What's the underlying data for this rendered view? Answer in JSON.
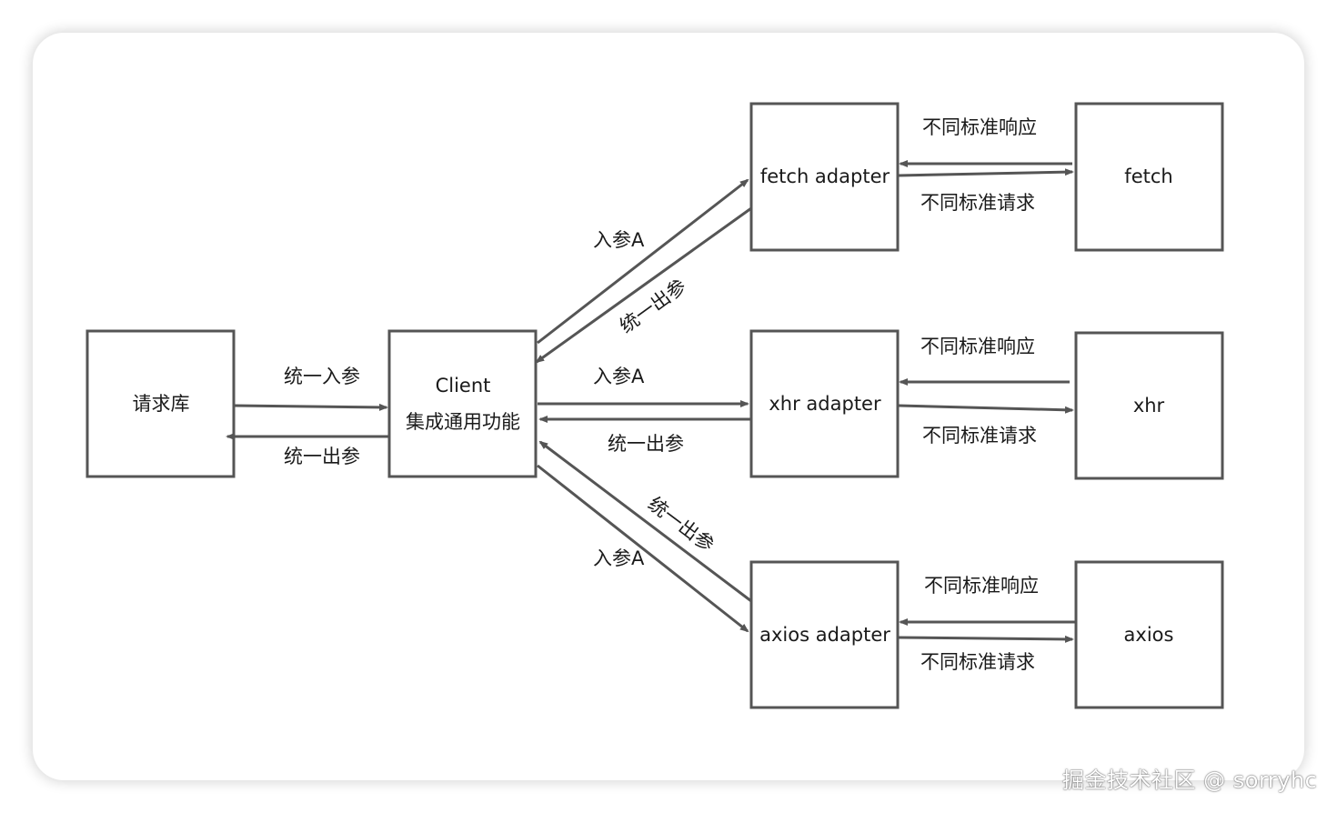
{
  "nodes": {
    "library": "请求库",
    "client_line1": "Client",
    "client_line2": "集成通用功能",
    "fetch_adapter": "fetch adapter",
    "xhr_adapter": "xhr adapter",
    "axios_adapter": "axios adapter",
    "fetch": "fetch",
    "xhr": "xhr",
    "axios": "axios"
  },
  "edges": {
    "lib_to_client": "统一入参",
    "client_to_lib": "统一出参",
    "client_to_fetch_in": "入参A",
    "fetch_to_client_out": "统一出参",
    "client_to_xhr_in": "入参A",
    "xhr_to_client_out": "统一出参",
    "client_to_axios_in": "入参A",
    "axios_to_client_out": "统一出参",
    "fetch_response": "不同标准响应",
    "fetch_request": "不同标准请求",
    "xhr_response": "不同标准响应",
    "xhr_request": "不同标准请求",
    "axios_response": "不同标准响应",
    "axios_request": "不同标准请求"
  },
  "watermark": "掘金技术社区 @ sorryhc"
}
